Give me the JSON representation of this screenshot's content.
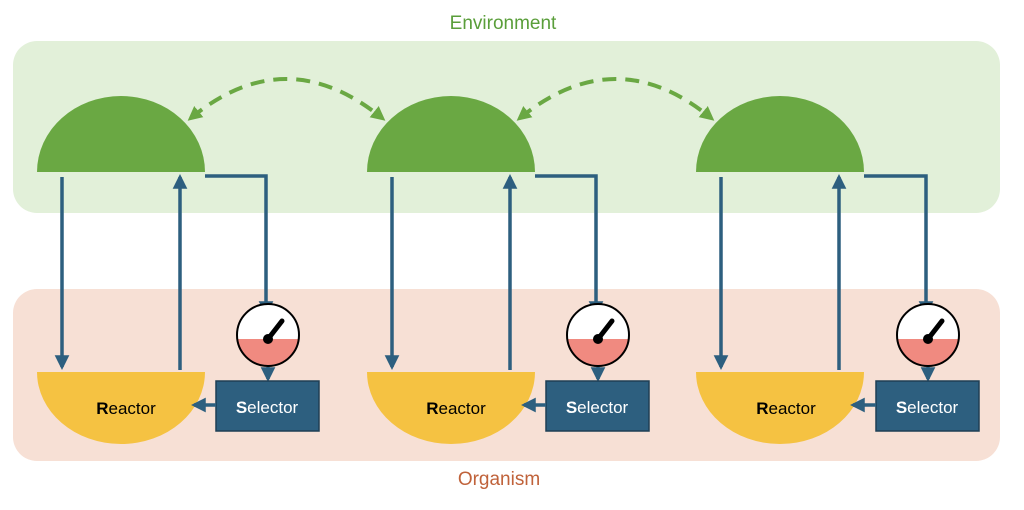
{
  "environment": {
    "label": "Environment"
  },
  "organism": {
    "label": "Organism"
  },
  "units": [
    {
      "reactor": {
        "initial": "R",
        "rest": "eactor"
      },
      "selector": {
        "initial": "S",
        "rest": "elector"
      }
    },
    {
      "reactor": {
        "initial": "R",
        "rest": "eactor"
      },
      "selector": {
        "initial": "S",
        "rest": "elector"
      }
    },
    {
      "reactor": {
        "initial": "R",
        "rest": "eactor"
      },
      "selector": {
        "initial": "S",
        "rest": "elector"
      }
    }
  ],
  "colors": {
    "environment_band": "#e2f0d9",
    "environment_label": "#5a9e3a",
    "environment_dome": "#6aa843",
    "organism_band": "#f7e0d5",
    "organism_label": "#c0623a",
    "reactor": "#f5c242",
    "selector": "#2d5f7f",
    "arrow": "#2d5f7f",
    "gauge_fill": "#f08a80"
  },
  "icons": [
    "gauge-icon",
    "dashed-curved-arrow-icon"
  ]
}
